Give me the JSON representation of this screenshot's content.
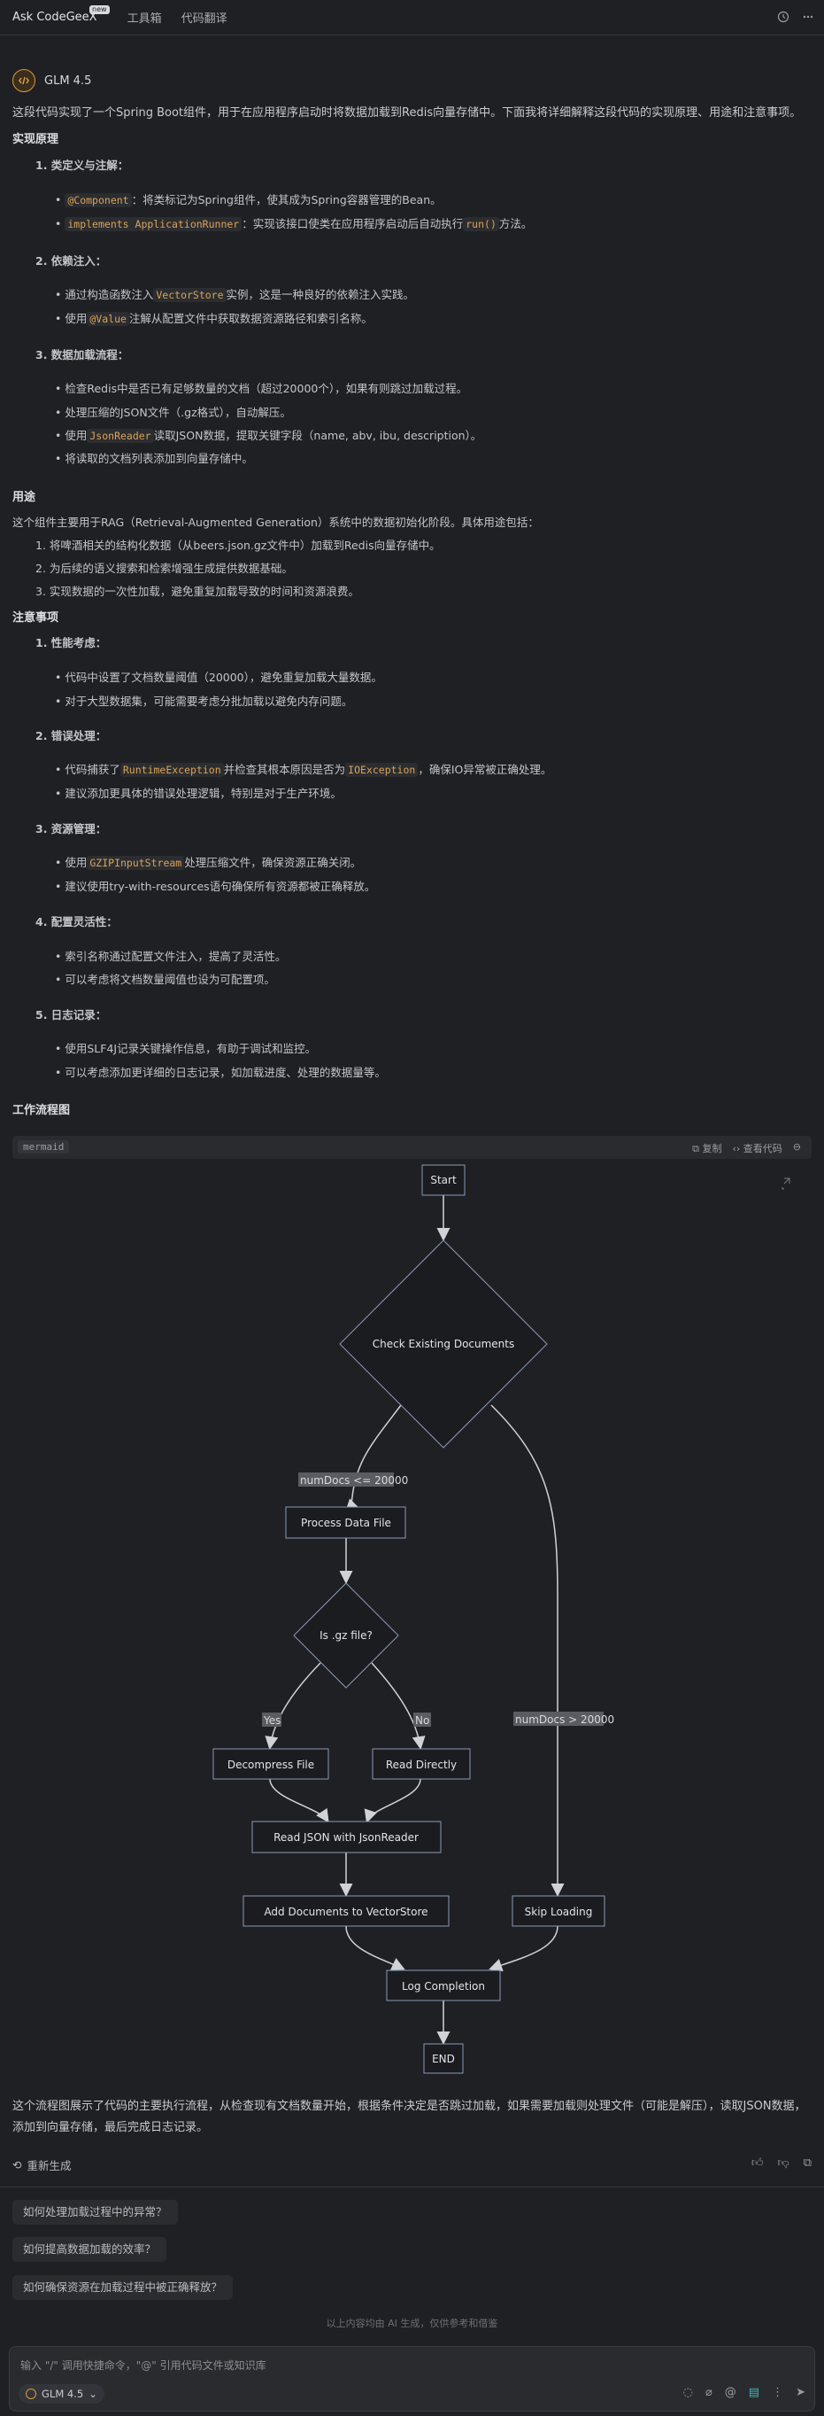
{
  "tabs": [
    {
      "label": "Ask CodeGeeX",
      "badge": "new"
    },
    {
      "label": "工具箱"
    },
    {
      "label": "代码翻译"
    }
  ],
  "model": {
    "name": "GLM 4.5"
  },
  "intro": "这段代码实现了一个Spring Boot组件，用于在应用程序启动时将数据加载到Redis向量存储中。下面我将详细解释这段代码的实现原理、用途和注意事项。",
  "sec1": {
    "title": "实现原理",
    "items": [
      {
        "head": "1. 类定义与注解：",
        "bullets": [
          {
            "code": "@Component",
            "text": "：将类标记为Spring组件，使其成为Spring容器管理的Bean。"
          },
          {
            "code": "implements ApplicationRunner",
            "text": "：实现该接口使类在应用程序启动后自动执行",
            "code2": "run()",
            "text2": "方法。"
          }
        ]
      },
      {
        "head": "2. 依赖注入：",
        "bullets": [
          {
            "pre": "通过构造函数注入",
            "code": "VectorStore",
            "text": "实例，这是一种良好的依赖注入实践。"
          },
          {
            "pre": "使用",
            "code": "@Value",
            "text": "注解从配置文件中获取数据资源路径和索引名称。"
          }
        ]
      },
      {
        "head": "3. 数据加载流程：",
        "bullets": [
          {
            "text": "检查Redis中是否已有足够数量的文档（超过20000个），如果有则跳过加载过程。"
          },
          {
            "text": "处理压缩的JSON文件（.gz格式），自动解压。"
          },
          {
            "pre": "使用",
            "code": "JsonReader",
            "text": "读取JSON数据，提取关键字段（name, abv, ibu, description）。"
          },
          {
            "text": "将读取的文档列表添加到向量存储中。"
          }
        ]
      }
    ]
  },
  "sec2": {
    "title": "用途",
    "intro": "这个组件主要用于RAG（Retrieval-Augmented Generation）系统中的数据初始化阶段。具体用途包括：",
    "items": [
      "1. 将啤酒相关的结构化数据（从beers.json.gz文件中）加载到Redis向量存储中。",
      "2. 为后续的语义搜索和检索增强生成提供数据基础。",
      "3. 实现数据的一次性加载，避免重复加载导致的时间和资源浪费。"
    ]
  },
  "sec3": {
    "title": "注意事项",
    "items": [
      {
        "head": "1. 性能考虑：",
        "bullets": [
          {
            "text": "代码中设置了文档数量阈值（20000），避免重复加载大量数据。"
          },
          {
            "text": "对于大型数据集，可能需要考虑分批加载以避免内存问题。"
          }
        ]
      },
      {
        "head": "2. 错误处理：",
        "bullets": [
          {
            "pre": "代码捕获了",
            "code": "RuntimeException",
            "text": "并检查其根本原因是否为",
            "code2": "IOException",
            "text2": "，确保IO异常被正确处理。"
          },
          {
            "text": "建议添加更具体的错误处理逻辑，特别是对于生产环境。"
          }
        ]
      },
      {
        "head": "3. 资源管理：",
        "bullets": [
          {
            "pre": "使用",
            "code": "GZIPInputStream",
            "text": "处理压缩文件，确保资源正确关闭。"
          },
          {
            "text": "建议使用try-with-resources语句确保所有资源都被正确释放。"
          }
        ]
      },
      {
        "head": "4. 配置灵活性：",
        "bullets": [
          {
            "text": "索引名称通过配置文件注入，提高了灵活性。"
          },
          {
            "text": "可以考虑将文档数量阈值也设为可配置项。"
          }
        ]
      },
      {
        "head": "5. 日志记录：",
        "bullets": [
          {
            "text": "使用SLF4J记录关键操作信息，有助于调试和监控。"
          },
          {
            "text": "可以考虑添加更详细的日志记录，如加载进度、处理的数据量等。"
          }
        ]
      }
    ]
  },
  "sec4": {
    "title": "工作流程图"
  },
  "mermaid": {
    "lang": "mermaid",
    "copy": "复制",
    "view": "查看代码",
    "nodes": {
      "start": "Start",
      "check": "Check Existing Documents",
      "process": "Process Data File",
      "gz": "Is .gz file?",
      "decomp": "Decompress File",
      "direct": "Read Directly",
      "readjson": "Read JSON with JsonReader",
      "add": "Add Documents to VectorStore",
      "skip": "Skip Loading",
      "log": "Log Completion",
      "end": "END"
    },
    "edges": {
      "le": "numDocs <= 20000",
      "gt": "numDocs > 20000",
      "yes": "Yes",
      "no": "No"
    }
  },
  "summary": "这个流程图展示了代码的主要执行流程，从检查现有文档数量开始，根据条件决定是否跳过加载，如果需要加载则处理文件（可能是解压），读取JSON数据，添加到向量存储，最后完成日志记录。",
  "regen": "重新生成",
  "suggestions": [
    "如何处理加载过程中的异常？",
    "如何提高数据加载的效率？",
    "如何确保资源在加载过程中被正确释放？"
  ],
  "disclaimer": "以上内容均由 AI 生成，仅供参考和借鉴",
  "input": {
    "placeholder": "输入 \"/\" 调用快捷命令，\"@\" 引用代码文件或知识库",
    "model": "GLM 4.5"
  }
}
